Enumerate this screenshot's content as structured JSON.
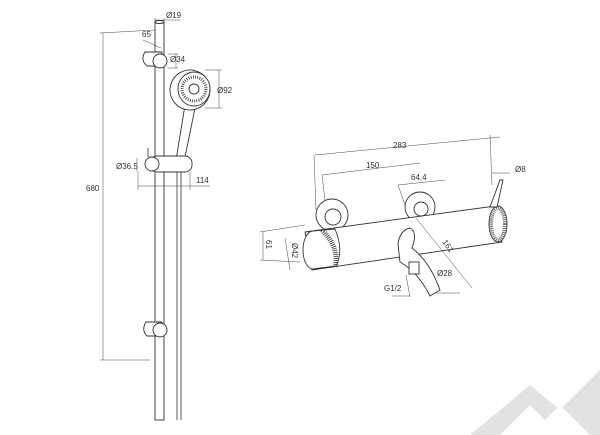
{
  "shower_set": {
    "dimensions": {
      "rail_diameter": "Ø19",
      "bracket_offset": "65",
      "bracket_diameter": "Ø34",
      "head_diameter": "Ø92",
      "holder_diameter": "Ø36.5",
      "holder_depth": "114",
      "rail_height": "680"
    }
  },
  "mixer": {
    "dimensions": {
      "overall_width": "283",
      "centers": "150",
      "flange": "64.4",
      "lever": "Ø8",
      "depth": "61",
      "body_diameter": "Ø42",
      "spout_length": "161",
      "spout_diameter": "Ø28",
      "outlet_thread": "G1/2"
    }
  },
  "watermark": {
    "icon": "mountain-logo",
    "color": "#d8d8d8"
  }
}
